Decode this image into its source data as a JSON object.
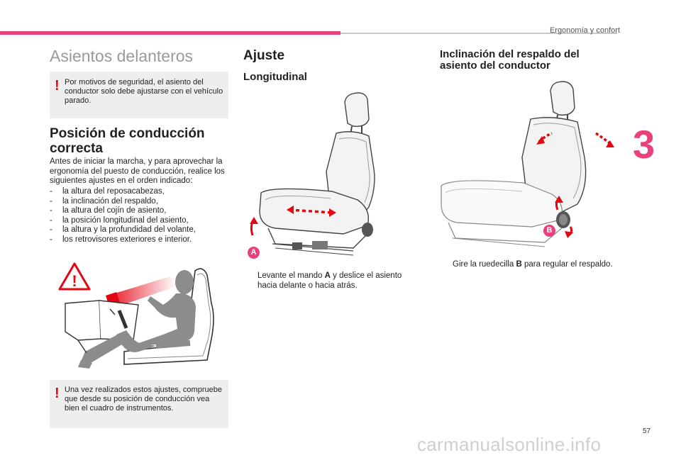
{
  "header": {
    "chapter_title": "Ergonomía y confort",
    "chapter_number": "3"
  },
  "page_number": "57",
  "watermark": "carmanualsonline.info",
  "left": {
    "title": "Asientos delanteros",
    "warning1": "Por motivos de seguridad, el asiento del conductor solo debe ajustarse con el vehículo parado.",
    "section_title_line1": "Posición de conducción",
    "section_title_line2": "correcta",
    "intro": "Antes de iniciar la marcha, y para aprovechar la ergonomía del puesto de conducción, realice los siguientes ajustes en el orden indicado:",
    "steps": [
      "la altura del reposacabezas,",
      "la inclinación del respaldo,",
      "la altura del cojín de asiento,",
      "la posición longitudinal del asiento,",
      "la altura y la profundidad del volante,",
      "los retrovisores exteriores e interior."
    ],
    "warning2": "Una vez realizados estos ajustes, compruebe que desde su posición de conducción vea bien el cuadro de instrumentos."
  },
  "middle": {
    "title": "Ajuste",
    "subtitle": "Longitudinal",
    "label_a": "A",
    "instr_pre": "Levante el mando ",
    "instr_key": "A",
    "instr_post": " y deslice el asiento hacia delante o hacia atrás."
  },
  "right": {
    "title_line1": "Inclinación del respaldo del",
    "title_line2": "asiento del conductor",
    "label_b": "B",
    "instr_pre": "Gire la ruedecilla ",
    "instr_key": "B",
    "instr_post": " para regular el respaldo."
  },
  "symbols": {
    "exclamation": "!",
    "bullet": "",
    "warning_symbol": "!"
  },
  "colors": {
    "accent_pink": "#e8417c",
    "warning_red": "#e30613",
    "note_bg": "#eeeeee"
  }
}
